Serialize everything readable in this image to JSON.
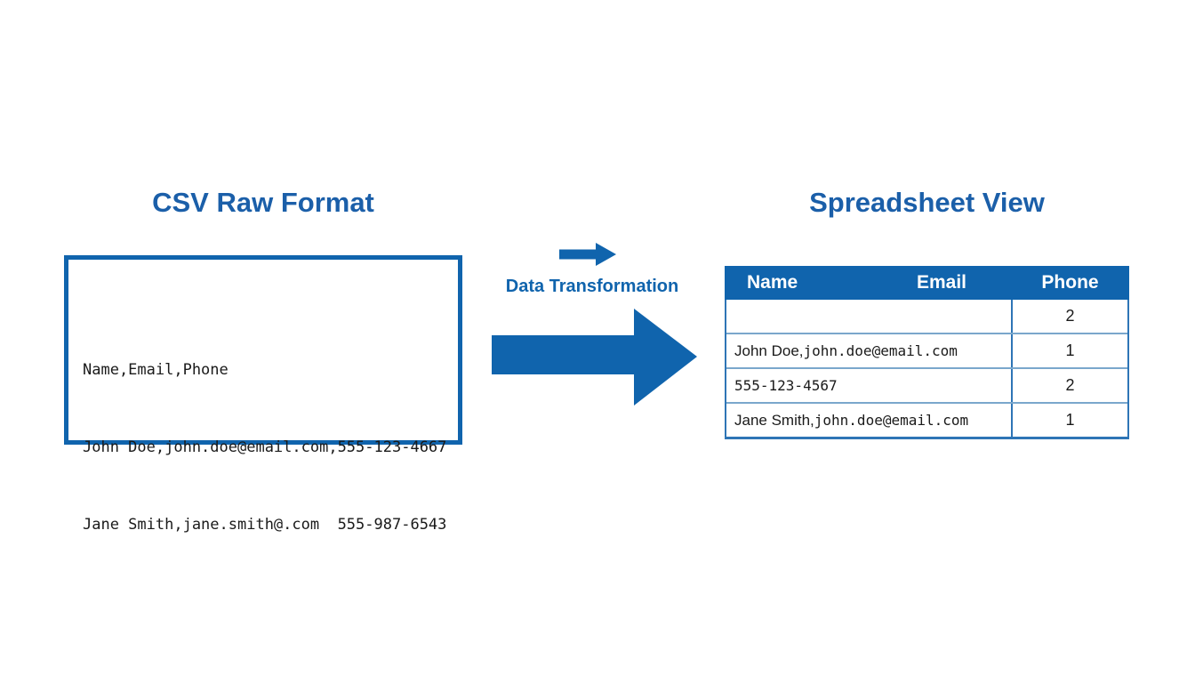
{
  "colors": {
    "primary_blue": "#1064AD",
    "title_blue": "#1B5FA9",
    "table_outer_border": "#2E75B6",
    "table_row_divider": "#7AA7CC",
    "text_dark": "#1A1A1A",
    "header_text": "#FFFFFF"
  },
  "left_panel": {
    "title": "CSV Raw Format",
    "csv_lines": {
      "line1": "Name,Email,Phone",
      "line2": "John Doe,john.doe@email.com,555-123-4667",
      "line3": "Jane Smith,jane.smith@.com  555-987-6543"
    }
  },
  "transformation": {
    "label": "Data Transformation"
  },
  "right_panel": {
    "title": "Spreadsheet View",
    "table": {
      "headers": [
        "Name",
        "Email",
        "Phone"
      ],
      "rows": [
        {
          "text_sans": "",
          "text_mono": "",
          "phone": "2"
        },
        {
          "text_sans": "John Doe,",
          "text_mono": "john.doe@email.com",
          "phone": "1"
        },
        {
          "text_sans": "",
          "text_mono": "555-123-4567",
          "phone": "2"
        },
        {
          "text_sans": "Jane Smith,",
          "text_mono": "john.doe@email.com",
          "phone": "1"
        }
      ]
    }
  }
}
